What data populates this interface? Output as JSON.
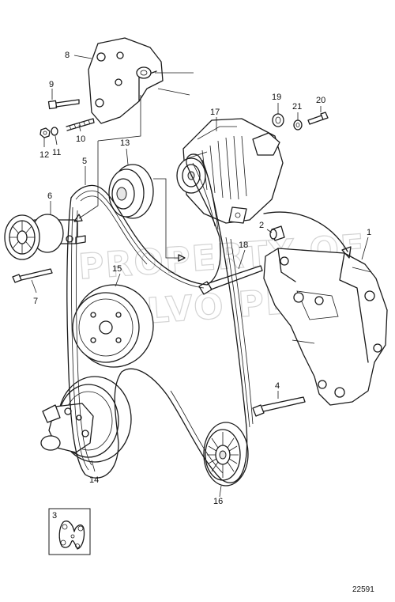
{
  "callouts": {
    "c1": "1",
    "c2": "2",
    "c3": "3",
    "c4": "4",
    "c5": "5",
    "c6": "6",
    "c7": "7",
    "c8": "8",
    "c9": "9",
    "c10": "10",
    "c11": "11",
    "c12": "12",
    "c13": "13",
    "c14": "14",
    "c15": "15",
    "c16": "16",
    "c17": "17",
    "c18": "18",
    "c19": "19",
    "c20": "20",
    "c21": "21"
  },
  "watermark": {
    "line1": "PROPERTY OF",
    "line2": "VOLVO PENTA"
  },
  "figure_number": "22591"
}
